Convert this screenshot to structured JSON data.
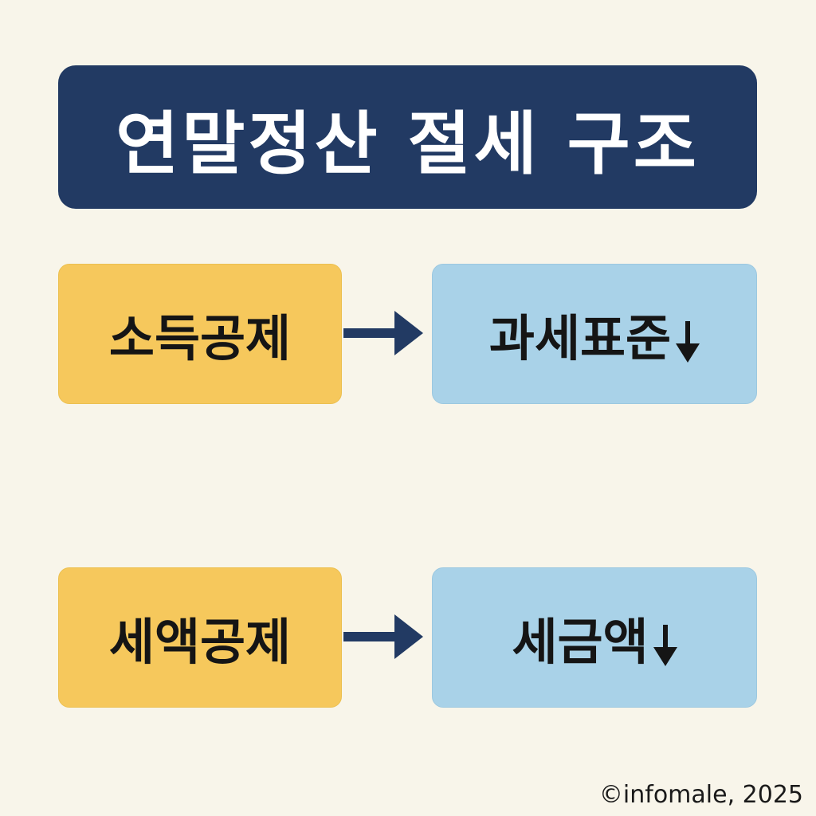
{
  "title": "연말정산 절세 구조",
  "rows": [
    {
      "left": "소득공제",
      "right": "과세표준",
      "effect_icon": "down-arrow-icon"
    },
    {
      "left": "세액공제",
      "right": "세금액",
      "effect_icon": "down-arrow-icon"
    }
  ],
  "copyright": "©infomale, 2025",
  "colors": {
    "background": "#f8f5ea",
    "title_bg": "#223a63",
    "left_box": "#f6c85c",
    "right_box": "#a9d2e8",
    "arrow": "#223a63"
  }
}
